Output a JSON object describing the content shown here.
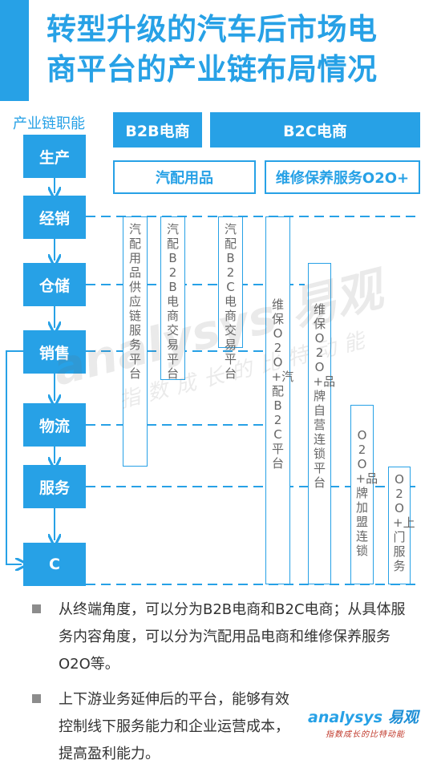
{
  "title": {
    "line1": "转型升级的汽车后市场电",
    "line2": "商平台的产业链布局情况"
  },
  "chain_label": "产业链职能",
  "stages": [
    "生产",
    "经销",
    "仓储",
    "销售",
    "物流",
    "服务",
    "C"
  ],
  "headers": {
    "b2b": "B2B电商",
    "b2c": "B2C电商"
  },
  "categories": {
    "parts": "汽配用品",
    "service": "维修保养服务O2O+"
  },
  "columns": [
    {
      "text": "汽配用品供应链服务平台"
    },
    {
      "text": "汽配B2B电商交易平台"
    },
    {
      "text": "汽配B2C电商交易平台"
    },
    {
      "text": "维保O2O+汽配B2C平台"
    },
    {
      "text": "维保O2O+品牌自营连锁平台"
    },
    {
      "text": "O2O+品牌加盟连锁"
    },
    {
      "text": "O2O+上门服务"
    }
  ],
  "watermark": {
    "brand": "analysys 易观",
    "slogan": "指数成长的比特动能"
  },
  "bullets": [
    "从终端角度，可以分为B2B电商和B2C电商；从具体服务内容角度，可以分为汽配用品电商和维修保养服务O2O等。",
    "上下游业务延伸后的平台，能够有效控制线下服务能力和企业运营成本，提高盈利能力。"
  ],
  "logo": {
    "brand_latin": "analysys",
    "brand_cn": "易观",
    "slogan": "指数成长的比特动能"
  },
  "colors": {
    "accent": "#27a1e6",
    "text": "#333333",
    "column_text": "#666666",
    "bullet": "#8c8c8c"
  },
  "icons": [
    "arrow-down-icon",
    "loop-arrow-icon",
    "bullet-square-icon"
  ]
}
